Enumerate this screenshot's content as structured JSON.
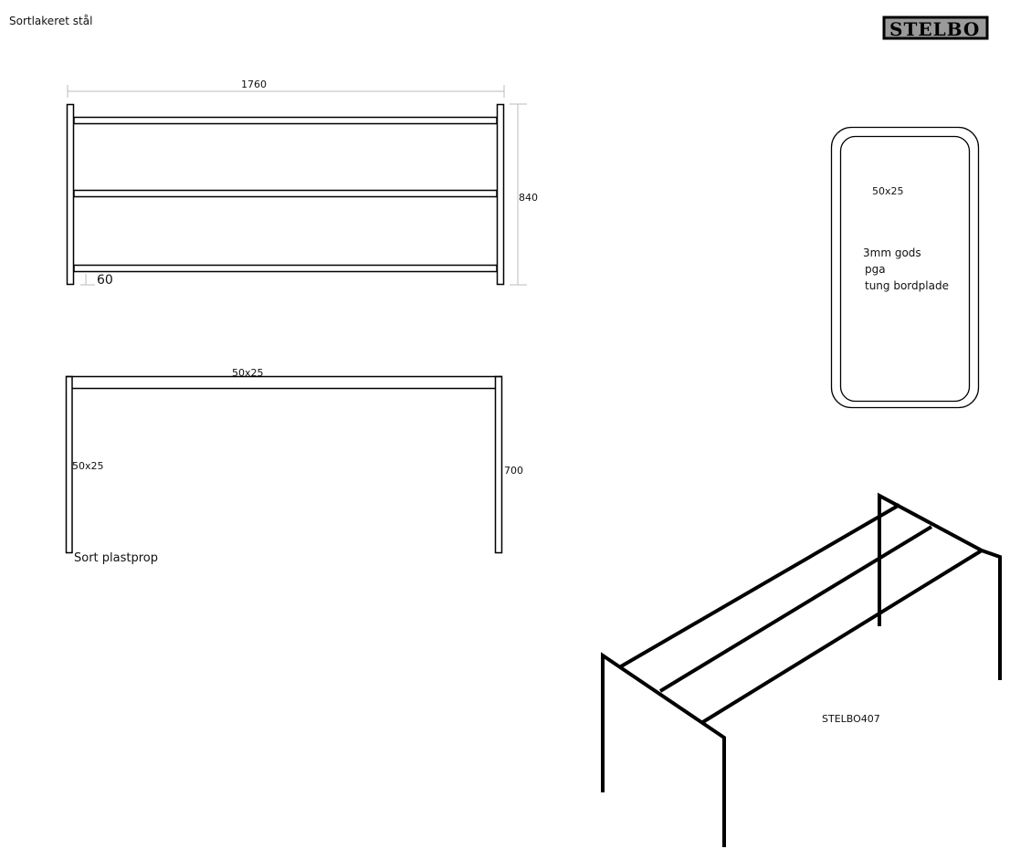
{
  "header": {
    "title": "Sortlakeret stål",
    "logo_text": "STELBO"
  },
  "front_view": {
    "width_dim": "1760",
    "height_dim": "840",
    "offset_dim": "60"
  },
  "side_view": {
    "top_profile": "50x25",
    "leg_profile": "50x25",
    "height_dim": "700",
    "foot_note": "Sort plastprop"
  },
  "profile_section": {
    "size": "50x25",
    "note_lines": [
      "3mm gods",
      "pga",
      "tung bordplade"
    ]
  },
  "iso_view": {
    "model": "STELBO407"
  }
}
